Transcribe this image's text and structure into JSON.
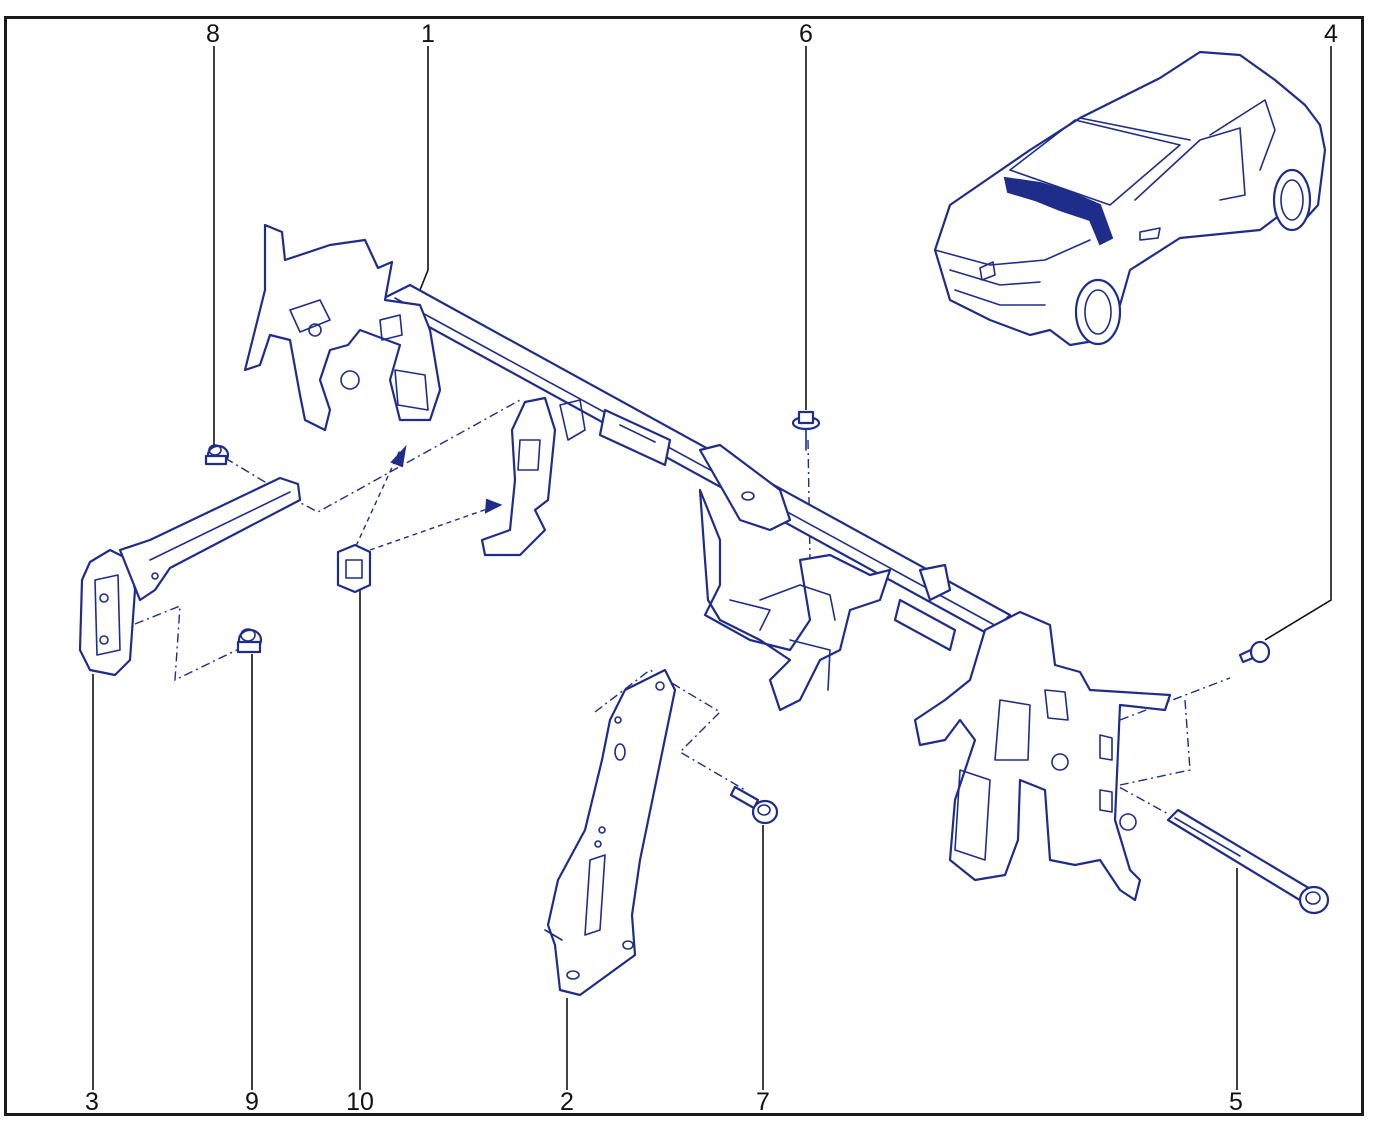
{
  "callouts": [
    {
      "id": "1",
      "label": "1"
    },
    {
      "id": "2",
      "label": "2"
    },
    {
      "id": "3",
      "label": "3"
    },
    {
      "id": "4",
      "label": "4"
    },
    {
      "id": "5",
      "label": "5"
    },
    {
      "id": "6",
      "label": "6"
    },
    {
      "id": "7",
      "label": "7"
    },
    {
      "id": "8",
      "label": "8"
    },
    {
      "id": "9",
      "label": "9"
    },
    {
      "id": "10",
      "label": "10"
    }
  ],
  "colors": {
    "line": "#1f2d8a",
    "frame": "#1a1a1a",
    "leader": "#111111"
  }
}
